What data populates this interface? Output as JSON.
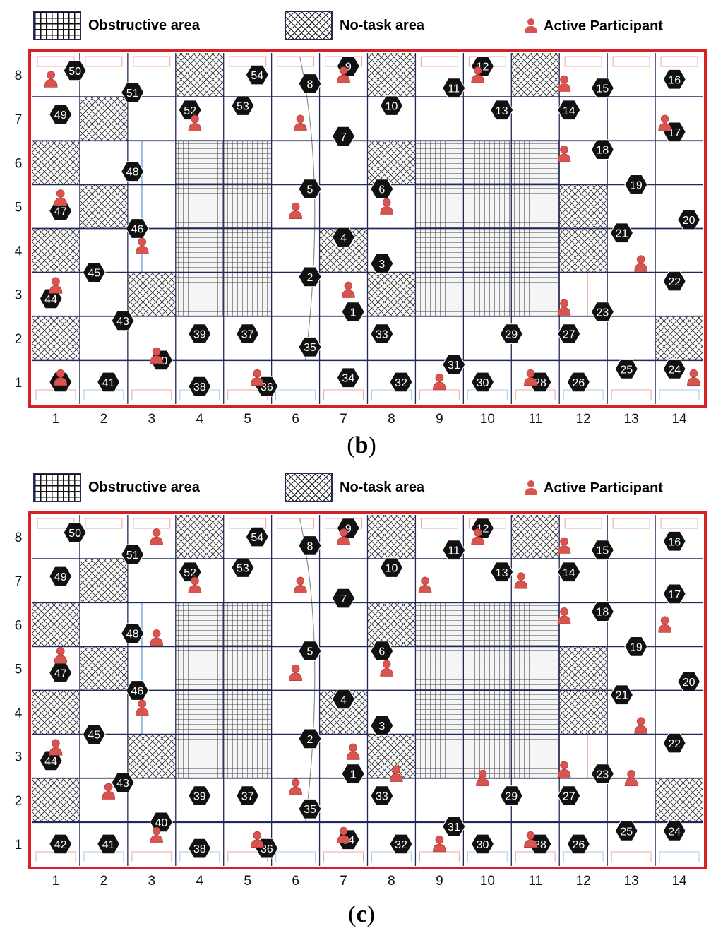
{
  "legend": {
    "obstructive_label": "Obstructive area",
    "no_task_label": "No-task area",
    "participant_label": "Active Participant"
  },
  "colors": {
    "frame": "#d81f26",
    "grid": "#1f2a5a",
    "task_marker": "#111111",
    "participant": "#d9534f"
  },
  "axes": {
    "x_ticks": [
      "1",
      "2",
      "3",
      "4",
      "5",
      "6",
      "7",
      "8",
      "9",
      "10",
      "11",
      "12",
      "13",
      "14"
    ],
    "y_ticks": [
      "8",
      "7",
      "6",
      "5",
      "4",
      "3",
      "2",
      "1"
    ]
  },
  "panels": [
    {
      "caption_letter": "b",
      "obstructive_cells": [
        [
          4,
          6
        ],
        [
          5,
          6
        ],
        [
          4,
          5
        ],
        [
          5,
          5
        ],
        [
          4,
          4
        ],
        [
          5,
          4
        ],
        [
          4,
          3
        ],
        [
          5,
          3
        ],
        [
          9,
          6
        ],
        [
          10,
          6
        ],
        [
          9,
          5
        ],
        [
          10,
          5
        ],
        [
          9,
          4
        ],
        [
          10,
          4
        ],
        [
          9,
          3
        ],
        [
          10,
          3
        ],
        [
          11,
          6
        ],
        [
          11,
          5
        ],
        [
          11,
          4
        ],
        [
          11,
          3
        ]
      ],
      "no_task_cells": [
        [
          4,
          8
        ],
        [
          8,
          8
        ],
        [
          11,
          8
        ],
        [
          2,
          7
        ],
        [
          1,
          6
        ],
        [
          8,
          6
        ],
        [
          2,
          5
        ],
        [
          12,
          5
        ],
        [
          1,
          4
        ],
        [
          7,
          4
        ],
        [
          12,
          4
        ],
        [
          3,
          3
        ],
        [
          8,
          3
        ],
        [
          1,
          2
        ],
        [
          14,
          2
        ]
      ],
      "tasks": [
        {
          "n": "1",
          "x": 7.2,
          "y": 2.6
        },
        {
          "n": "2",
          "x": 6.3,
          "y": 3.4
        },
        {
          "n": "3",
          "x": 7.8,
          "y": 3.7
        },
        {
          "n": "4",
          "x": 7.0,
          "y": 4.3
        },
        {
          "n": "5",
          "x": 6.3,
          "y": 5.4
        },
        {
          "n": "6",
          "x": 7.8,
          "y": 5.4
        },
        {
          "n": "7",
          "x": 7.0,
          "y": 6.6
        },
        {
          "n": "8",
          "x": 6.3,
          "y": 7.8
        },
        {
          "n": "9",
          "x": 7.1,
          "y": 8.2
        },
        {
          "n": "10",
          "x": 8.0,
          "y": 7.3
        },
        {
          "n": "11",
          "x": 9.3,
          "y": 7.7
        },
        {
          "n": "12",
          "x": 9.9,
          "y": 8.2
        },
        {
          "n": "13",
          "x": 10.3,
          "y": 7.2
        },
        {
          "n": "14",
          "x": 11.7,
          "y": 7.2
        },
        {
          "n": "15",
          "x": 12.4,
          "y": 7.7
        },
        {
          "n": "16",
          "x": 13.9,
          "y": 7.9
        },
        {
          "n": "17",
          "x": 13.9,
          "y": 6.7
        },
        {
          "n": "18",
          "x": 12.4,
          "y": 6.3
        },
        {
          "n": "19",
          "x": 13.1,
          "y": 5.5
        },
        {
          "n": "20",
          "x": 14.2,
          "y": 4.7
        },
        {
          "n": "21",
          "x": 12.8,
          "y": 4.4
        },
        {
          "n": "22",
          "x": 13.9,
          "y": 3.3
        },
        {
          "n": "23",
          "x": 12.4,
          "y": 2.6
        },
        {
          "n": "24",
          "x": 13.9,
          "y": 1.3
        },
        {
          "n": "25",
          "x": 12.9,
          "y": 1.3
        },
        {
          "n": "26",
          "x": 11.9,
          "y": 1.0
        },
        {
          "n": "27",
          "x": 11.7,
          "y": 2.1
        },
        {
          "n": "28",
          "x": 11.1,
          "y": 1.0
        },
        {
          "n": "29",
          "x": 10.5,
          "y": 2.1
        },
        {
          "n": "30",
          "x": 9.9,
          "y": 1.0
        },
        {
          "n": "31",
          "x": 9.3,
          "y": 1.4
        },
        {
          "n": "32",
          "x": 8.2,
          "y": 1.0
        },
        {
          "n": "33",
          "x": 7.8,
          "y": 2.1
        },
        {
          "n": "34",
          "x": 7.1,
          "y": 1.1
        },
        {
          "n": "35",
          "x": 6.3,
          "y": 1.8
        },
        {
          "n": "36",
          "x": 5.4,
          "y": 0.9
        },
        {
          "n": "37",
          "x": 5.0,
          "y": 2.1
        },
        {
          "n": "38",
          "x": 4.0,
          "y": 0.9
        },
        {
          "n": "39",
          "x": 4.0,
          "y": 2.1
        },
        {
          "n": "40",
          "x": 3.2,
          "y": 1.5
        },
        {
          "n": "41",
          "x": 2.1,
          "y": 1.0
        },
        {
          "n": "42",
          "x": 1.1,
          "y": 1.0
        },
        {
          "n": "43",
          "x": 2.4,
          "y": 2.4
        },
        {
          "n": "44",
          "x": 0.9,
          "y": 2.9
        },
        {
          "n": "45",
          "x": 1.8,
          "y": 3.5
        },
        {
          "n": "46",
          "x": 2.7,
          "y": 4.5
        },
        {
          "n": "47",
          "x": 1.1,
          "y": 4.9
        },
        {
          "n": "48",
          "x": 2.6,
          "y": 5.8
        },
        {
          "n": "49",
          "x": 1.1,
          "y": 7.1
        },
        {
          "n": "50",
          "x": 1.4,
          "y": 8.1
        },
        {
          "n": "51",
          "x": 2.6,
          "y": 7.6
        },
        {
          "n": "52",
          "x": 3.8,
          "y": 7.2
        },
        {
          "n": "53",
          "x": 4.9,
          "y": 7.3
        },
        {
          "n": "54",
          "x": 5.2,
          "y": 8.0
        }
      ],
      "participants": [
        [
          0.9,
          7.9
        ],
        [
          7.0,
          8.0
        ],
        [
          9.8,
          8.0
        ],
        [
          11.6,
          7.8
        ],
        [
          13.7,
          6.9
        ],
        [
          3.9,
          6.9
        ],
        [
          6.1,
          6.9
        ],
        [
          11.6,
          6.2
        ],
        [
          1.1,
          5.2
        ],
        [
          7.9,
          5.0
        ],
        [
          6.0,
          4.9
        ],
        [
          2.8,
          4.1
        ],
        [
          13.2,
          3.7
        ],
        [
          1.0,
          3.2
        ],
        [
          7.1,
          3.1
        ],
        [
          11.6,
          2.7
        ],
        [
          3.1,
          1.6
        ],
        [
          1.1,
          1.1
        ],
        [
          5.2,
          1.1
        ],
        [
          9.0,
          1.0
        ],
        [
          10.9,
          1.1
        ],
        [
          14.3,
          1.1
        ]
      ]
    },
    {
      "caption_letter": "c",
      "obstructive_cells": [
        [
          4,
          6
        ],
        [
          5,
          6
        ],
        [
          4,
          5
        ],
        [
          5,
          5
        ],
        [
          4,
          4
        ],
        [
          5,
          4
        ],
        [
          4,
          3
        ],
        [
          5,
          3
        ],
        [
          9,
          6
        ],
        [
          10,
          6
        ],
        [
          9,
          5
        ],
        [
          10,
          5
        ],
        [
          9,
          4
        ],
        [
          10,
          4
        ],
        [
          9,
          3
        ],
        [
          10,
          3
        ],
        [
          11,
          6
        ],
        [
          11,
          5
        ],
        [
          11,
          4
        ],
        [
          11,
          3
        ]
      ],
      "no_task_cells": [
        [
          4,
          8
        ],
        [
          8,
          8
        ],
        [
          11,
          8
        ],
        [
          2,
          7
        ],
        [
          1,
          6
        ],
        [
          8,
          6
        ],
        [
          2,
          5
        ],
        [
          12,
          5
        ],
        [
          1,
          4
        ],
        [
          7,
          4
        ],
        [
          12,
          4
        ],
        [
          3,
          3
        ],
        [
          8,
          3
        ],
        [
          1,
          2
        ],
        [
          14,
          2
        ]
      ],
      "tasks": [
        {
          "n": "1",
          "x": 7.2,
          "y": 2.6
        },
        {
          "n": "2",
          "x": 6.3,
          "y": 3.4
        },
        {
          "n": "3",
          "x": 7.8,
          "y": 3.7
        },
        {
          "n": "4",
          "x": 7.0,
          "y": 4.3
        },
        {
          "n": "5",
          "x": 6.3,
          "y": 5.4
        },
        {
          "n": "6",
          "x": 7.8,
          "y": 5.4
        },
        {
          "n": "7",
          "x": 7.0,
          "y": 6.6
        },
        {
          "n": "8",
          "x": 6.3,
          "y": 7.8
        },
        {
          "n": "9",
          "x": 7.1,
          "y": 8.2
        },
        {
          "n": "10",
          "x": 8.0,
          "y": 7.3
        },
        {
          "n": "11",
          "x": 9.3,
          "y": 7.7
        },
        {
          "n": "12",
          "x": 9.9,
          "y": 8.2
        },
        {
          "n": "13",
          "x": 10.3,
          "y": 7.2
        },
        {
          "n": "14",
          "x": 11.7,
          "y": 7.2
        },
        {
          "n": "15",
          "x": 12.4,
          "y": 7.7
        },
        {
          "n": "16",
          "x": 13.9,
          "y": 7.9
        },
        {
          "n": "17",
          "x": 13.9,
          "y": 6.7
        },
        {
          "n": "18",
          "x": 12.4,
          "y": 6.3
        },
        {
          "n": "19",
          "x": 13.1,
          "y": 5.5
        },
        {
          "n": "20",
          "x": 14.2,
          "y": 4.7
        },
        {
          "n": "21",
          "x": 12.8,
          "y": 4.4
        },
        {
          "n": "22",
          "x": 13.9,
          "y": 3.3
        },
        {
          "n": "23",
          "x": 12.4,
          "y": 2.6
        },
        {
          "n": "24",
          "x": 13.9,
          "y": 1.3
        },
        {
          "n": "25",
          "x": 12.9,
          "y": 1.3
        },
        {
          "n": "26",
          "x": 11.9,
          "y": 1.0
        },
        {
          "n": "27",
          "x": 11.7,
          "y": 2.1
        },
        {
          "n": "28",
          "x": 11.1,
          "y": 1.0
        },
        {
          "n": "29",
          "x": 10.5,
          "y": 2.1
        },
        {
          "n": "30",
          "x": 9.9,
          "y": 1.0
        },
        {
          "n": "31",
          "x": 9.3,
          "y": 1.4
        },
        {
          "n": "32",
          "x": 8.2,
          "y": 1.0
        },
        {
          "n": "33",
          "x": 7.8,
          "y": 2.1
        },
        {
          "n": "34",
          "x": 7.1,
          "y": 1.1
        },
        {
          "n": "35",
          "x": 6.3,
          "y": 1.8
        },
        {
          "n": "36",
          "x": 5.4,
          "y": 0.9
        },
        {
          "n": "37",
          "x": 5.0,
          "y": 2.1
        },
        {
          "n": "38",
          "x": 4.0,
          "y": 0.9
        },
        {
          "n": "39",
          "x": 4.0,
          "y": 2.1
        },
        {
          "n": "40",
          "x": 3.2,
          "y": 1.5
        },
        {
          "n": "41",
          "x": 2.1,
          "y": 1.0
        },
        {
          "n": "42",
          "x": 1.1,
          "y": 1.0
        },
        {
          "n": "43",
          "x": 2.4,
          "y": 2.4
        },
        {
          "n": "44",
          "x": 0.9,
          "y": 2.9
        },
        {
          "n": "45",
          "x": 1.8,
          "y": 3.5
        },
        {
          "n": "46",
          "x": 2.7,
          "y": 4.5
        },
        {
          "n": "47",
          "x": 1.1,
          "y": 4.9
        },
        {
          "n": "48",
          "x": 2.6,
          "y": 5.8
        },
        {
          "n": "49",
          "x": 1.1,
          "y": 7.1
        },
        {
          "n": "50",
          "x": 1.4,
          "y": 8.1
        },
        {
          "n": "51",
          "x": 2.6,
          "y": 7.6
        },
        {
          "n": "52",
          "x": 3.8,
          "y": 7.2
        },
        {
          "n": "53",
          "x": 4.9,
          "y": 7.3
        },
        {
          "n": "54",
          "x": 5.2,
          "y": 8.0
        }
      ],
      "participants": [
        [
          3.1,
          8.0
        ],
        [
          7.0,
          8.0
        ],
        [
          9.8,
          8.0
        ],
        [
          11.6,
          7.8
        ],
        [
          3.9,
          6.9
        ],
        [
          6.1,
          6.9
        ],
        [
          8.7,
          6.9
        ],
        [
          10.7,
          7.0
        ],
        [
          11.6,
          6.2
        ],
        [
          13.7,
          6.0
        ],
        [
          3.1,
          5.7
        ],
        [
          1.1,
          5.3
        ],
        [
          6.0,
          4.9
        ],
        [
          7.9,
          5.0
        ],
        [
          2.8,
          4.1
        ],
        [
          13.2,
          3.7
        ],
        [
          1.0,
          3.2
        ],
        [
          7.2,
          3.1
        ],
        [
          11.6,
          2.7
        ],
        [
          13.0,
          2.5
        ],
        [
          2.1,
          2.2
        ],
        [
          6.0,
          2.3
        ],
        [
          8.1,
          2.6
        ],
        [
          9.9,
          2.5
        ],
        [
          3.1,
          1.2
        ],
        [
          5.2,
          1.1
        ],
        [
          7.0,
          1.2
        ],
        [
          9.0,
          1.0
        ],
        [
          10.9,
          1.1
        ]
      ]
    }
  ]
}
